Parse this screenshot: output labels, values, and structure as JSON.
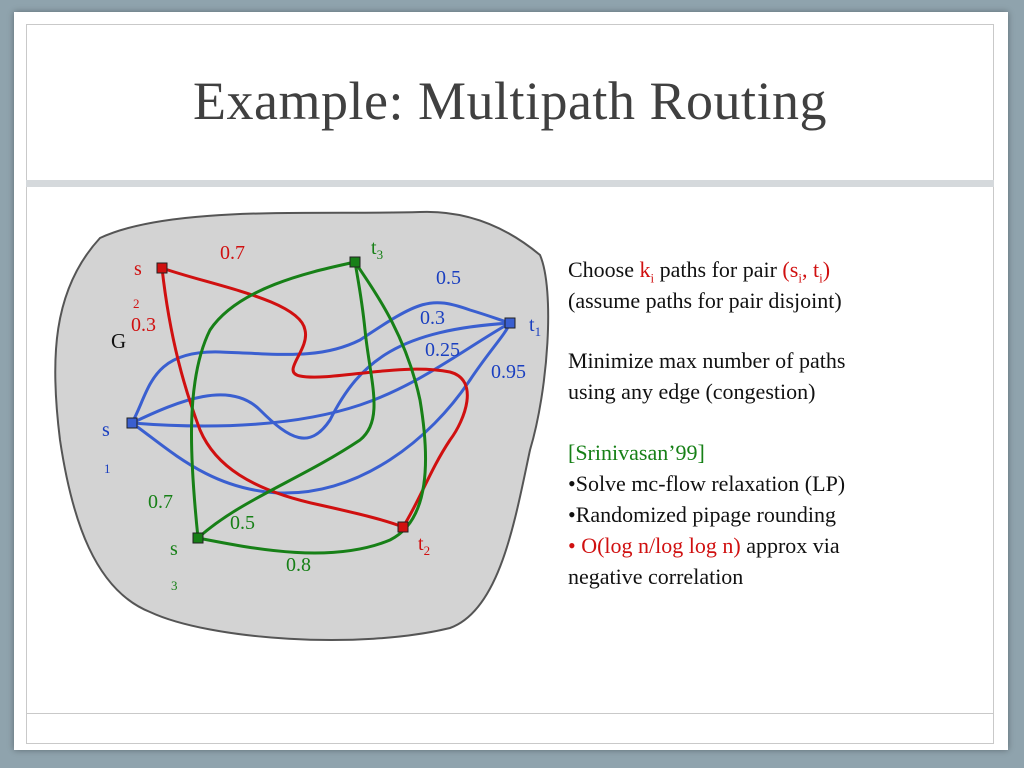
{
  "slide": {
    "title": "Example: Multipath Routing"
  },
  "graph": {
    "name": "G",
    "nodes": {
      "s1": {
        "base": "s",
        "sub": "1"
      },
      "s2": {
        "base": "s",
        "sub": "2"
      },
      "s3": {
        "base": "s",
        "sub": "3"
      },
      "t1": {
        "base": "t",
        "sub": "1"
      },
      "t2": {
        "base": "t",
        "sub": "2"
      },
      "t3": {
        "base": "t",
        "sub": "3"
      }
    },
    "weights": {
      "red_a": "0.7",
      "red_b": "0.3",
      "blue_a": "0.5",
      "blue_b": "0.3",
      "blue_c": "0.25",
      "blue_d": "0.95",
      "green_a": "0.7",
      "green_b": "0.5",
      "green_c": "0.8"
    },
    "colors": {
      "red": "#d01010",
      "blue": "#3a5fd0",
      "green": "#178017",
      "blob": "#d3d3d3"
    }
  },
  "text": {
    "line1_a": "Choose ",
    "line1_k": "k",
    "line1_ksub": "i",
    "line1_b": " paths for pair ",
    "line1_pair_open": "(s",
    "line1_pair_s_sub": "i",
    "line1_pair_mid": ", t",
    "line1_pair_t_sub": "i",
    "line1_pair_close": ")",
    "line2": "(assume paths for pair disjoint)",
    "line3": "Minimize max number of paths",
    "line4": "using any edge (congestion)",
    "ref": "[Srinivasan’99]",
    "b1": "•Solve mc-flow relaxation (LP)",
    "b2": "•Randomized pipage rounding",
    "b3_red": "• O(log n/log log n)",
    "b3_rest": " approx via",
    "b4": "negative correlation"
  }
}
